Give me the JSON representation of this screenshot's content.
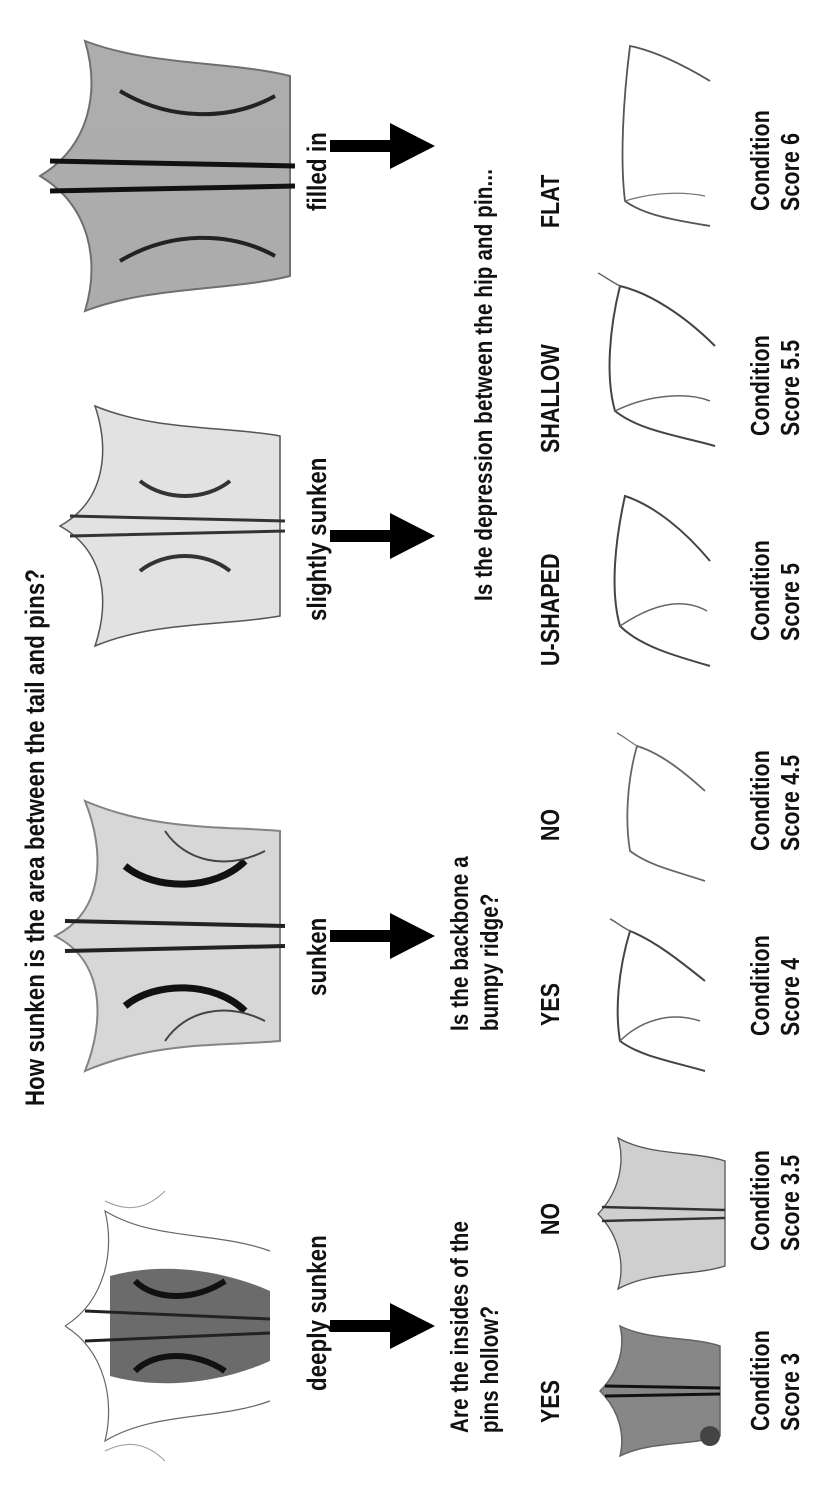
{
  "diagram": {
    "main_question": "How sunken is the area between the tail and pins?",
    "branches": [
      {
        "label": "deeply sunken",
        "question": "Are the insides of the pins hollow?",
        "answers": [
          "YES",
          "NO"
        ],
        "scores": [
          {
            "line1": "Condition",
            "line2": "Score 3"
          },
          {
            "line1": "Condition",
            "line2": "Score 3.5"
          }
        ]
      },
      {
        "label": "sunken",
        "question": "Is the backbone a bumpy ridge?",
        "answers": [
          "YES",
          "NO"
        ],
        "scores": [
          {
            "line1": "Condition",
            "line2": "Score 4"
          },
          {
            "line1": "Condition",
            "line2": "Score 4.5"
          }
        ]
      },
      {
        "label": "slightly sunken",
        "question": "",
        "answers": [],
        "scores": []
      },
      {
        "label": "filled in",
        "question": "",
        "answers": [],
        "scores": []
      }
    ],
    "shared_question": "Is the depression between the hip and pin...",
    "shared_answers": [
      "U-SHAPED",
      "SHALLOW",
      "FLAT"
    ],
    "shared_scores": [
      {
        "line1": "Condition",
        "line2": "Score 5"
      },
      {
        "line1": "Condition",
        "line2": "Score 5.5"
      },
      {
        "line1": "Condition",
        "line2": "Score 6"
      }
    ]
  }
}
